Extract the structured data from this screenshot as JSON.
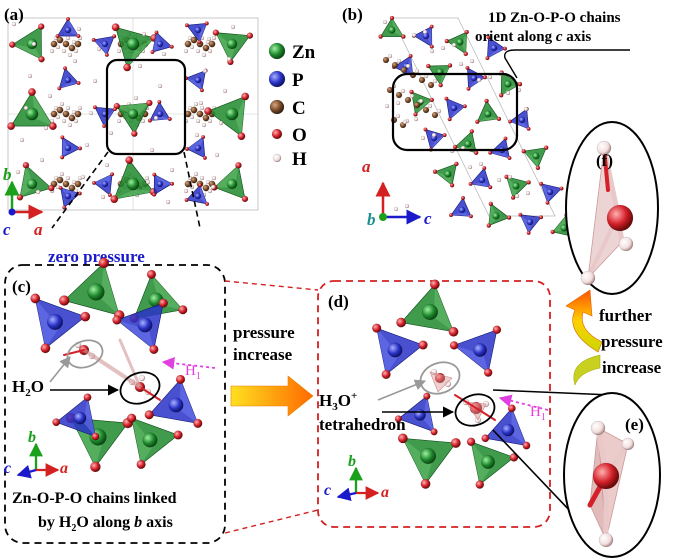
{
  "panels": {
    "a": "(a)",
    "b": "(b)",
    "c": "(c)",
    "d": "(d)",
    "e": "(e)",
    "f": "(f)"
  },
  "legend": [
    {
      "label": "Zn",
      "color": "#1f8a2e"
    },
    {
      "label": "P",
      "color": "#2a33c8"
    },
    {
      "label": "C",
      "color": "#7a4a2a"
    },
    {
      "label": "O",
      "color": "#d4202a"
    },
    {
      "label": "H",
      "color": "#f2dede"
    }
  ],
  "annotations": {
    "b_line1": "1D Zn-O-P-O chains",
    "b_line2_pre": "orient along ",
    "b_line2_axis": "c",
    "b_line2_post": " axis",
    "zero_pressure": "zero pressure",
    "h1": "H",
    "h1_sub": "1",
    "h2o_pre": "H",
    "h2o_sub": "2",
    "h2o_post": "O",
    "c_caption1": "Zn-O-P-O chains linked",
    "c_caption2_pre": "by H",
    "c_caption2_sub": "2",
    "c_caption2_mid": "O along ",
    "c_caption2_axis": "b",
    "c_caption2_post": " axis",
    "pressure1": "pressure",
    "pressure2": "increase",
    "h3o_pre": "H",
    "h3o_sub": "3",
    "h3o_post": "O",
    "h3o_sup": "+",
    "tetrahedron": "tetrahedron",
    "further1": "further",
    "further2": "pressure",
    "further3": "increase"
  },
  "axes_labels": {
    "a": "a",
    "b": "b",
    "c": "c"
  },
  "colors": {
    "zn": "#1f8a2e",
    "p": "#2a33c8",
    "c": "#7a4a2a",
    "o": "#d4202a",
    "h": "#f2dede",
    "zero_pressure_text": "#1a1acc",
    "h1_text": "#e040e0",
    "dash_black": "#000000",
    "dash_red": "#d42020",
    "axis_red": "#d42020",
    "axis_green": "#1aa01a",
    "axis_blue": "#1a1acc",
    "axis_teal": "#1a9090"
  }
}
